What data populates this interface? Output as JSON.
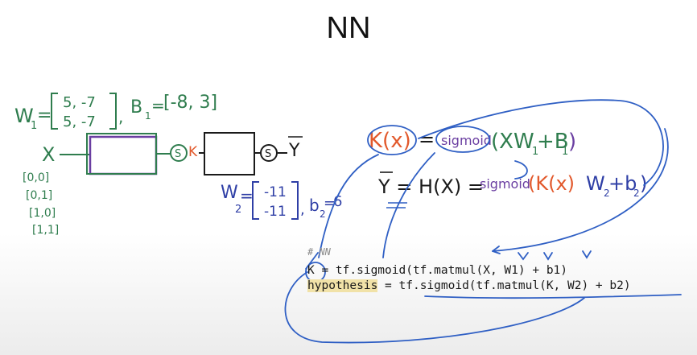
{
  "title": "NN",
  "weights": {
    "w1_label": "W",
    "w1_sub": "1",
    "w1_row1": "5, -7",
    "w1_row2": "5, -7",
    "b1_label": "B",
    "b1_sub": "1",
    "b1_value": "[-8, 3]",
    "w2_label": "W",
    "w2_sub": "2",
    "w2_row1": "-11",
    "w2_row2": "-11",
    "b2_label": "b",
    "b2_sub": "2",
    "b2_value": "6"
  },
  "network": {
    "input_label": "X",
    "inputs": [
      "[0,0]",
      "[0,1]",
      "[1,0]",
      "[1,1]"
    ],
    "sigma1": "S",
    "k_label": "K",
    "sigma2": "S",
    "output_label": "Y"
  },
  "equations": {
    "eq1_lhs": "K(x)",
    "eq1_eq": "=",
    "eq1_sig": "sigmoid",
    "eq1_rhs": "(XW",
    "eq1_w_sub": "1",
    "eq1_plus": "+B",
    "eq1_b_sub": "1",
    "eq1_close": ")",
    "eq2_lhs": "Y = H(X) =",
    "eq2_sig": "sigmoid",
    "eq2_kx": "(K(x)",
    "eq2_w": "W",
    "eq2_w_sub": "2",
    "eq2_plus": "+b",
    "eq2_b_sub": "2",
    "eq2_close": ")"
  },
  "code": {
    "comment": "# NN",
    "line1_var": "K",
    "line1_rest": " = tf.sigmoid(tf.matmul(X, W1) + b1)",
    "line2_var": "hypothesis",
    "line2_rest": " = tf.sigmoid(tf.matmul(K, W2) + b2)"
  },
  "colors": {
    "green": "#2f7d4e",
    "purple": "#6a3ea1",
    "orange": "#e2592c",
    "blue": "#2f5fc4",
    "ink": "#1a1a1a"
  }
}
